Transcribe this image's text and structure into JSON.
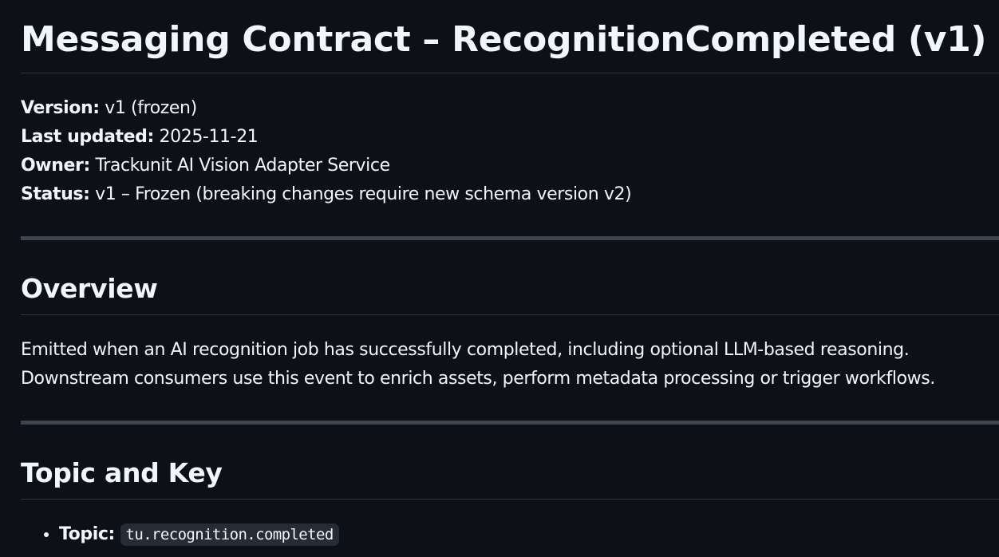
{
  "document": {
    "title": "Messaging Contract – RecognitionCompleted (v1)",
    "metadata": [
      {
        "label": "Version:",
        "value": " v1 (frozen)"
      },
      {
        "label": "Last updated:",
        "value": " 2025-11-21"
      },
      {
        "label": "Owner:",
        "value": " Trackunit AI Vision Adapter Service"
      },
      {
        "label": "Status:",
        "value": " v1 – Frozen (breaking changes require new schema version v2)"
      }
    ],
    "sections": [
      {
        "heading": "Overview",
        "paragraph_lines": [
          "Emitted when an AI recognition job has successfully completed, including optional LLM-based reasoning.",
          "Downstream consumers use this event to enrich assets, perform metadata processing or trigger workflows."
        ]
      },
      {
        "heading": "Topic and Key",
        "items": [
          {
            "label": "Topic:",
            "code": "tu.recognition.completed"
          }
        ]
      }
    ]
  },
  "colors": {
    "background": "#0d1117",
    "text": "#f0f6fc",
    "rule_thin": "#30363d",
    "rule_thick": "#3d444d",
    "code_background": "#262c36"
  }
}
